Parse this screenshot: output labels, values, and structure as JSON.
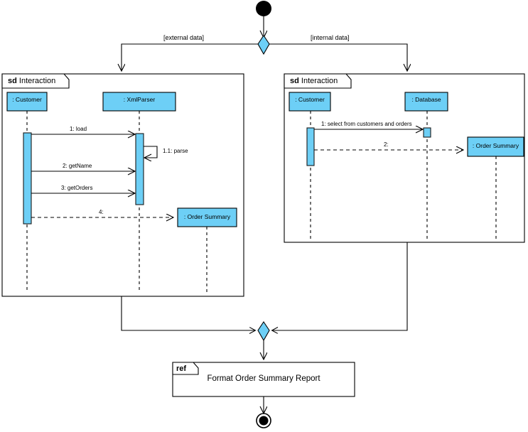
{
  "diagram": {
    "type": "UML Interaction Overview Diagram",
    "colors": {
      "fill": "#6DCFF6",
      "stroke": "#000000",
      "lifeline": "#000000",
      "activation_fill": "#6DCFF6",
      "background": "#FFFFFF"
    },
    "start_node": {
      "name": "initial-node"
    },
    "end_node": {
      "name": "final-node"
    },
    "decision": {
      "name": "decision-node",
      "branches": [
        {
          "guard": "[external data]"
        },
        {
          "guard": "[internal data]"
        }
      ]
    },
    "merge": {
      "name": "merge-node"
    },
    "frames": [
      {
        "kind": "sd",
        "keyword": "sd",
        "title": "Interaction",
        "lifelines": [
          {
            "label": ": Customer"
          },
          {
            "label": ": XmlParser"
          },
          {
            "label": ": Order Summary"
          }
        ],
        "messages": [
          {
            "text": "1: load"
          },
          {
            "text": "1.1: parse"
          },
          {
            "text": "2: getName"
          },
          {
            "text": "3: getOrders"
          },
          {
            "text": "4:"
          }
        ]
      },
      {
        "kind": "sd",
        "keyword": "sd",
        "title": "Interaction",
        "lifelines": [
          {
            "label": ": Customer"
          },
          {
            "label": ": Database"
          },
          {
            "label": ": Order Summary"
          }
        ],
        "messages": [
          {
            "text": "1: select from customers and orders"
          },
          {
            "text": "2:"
          }
        ]
      }
    ],
    "ref_frame": {
      "keyword": "ref",
      "title": "Format Order Summary Report"
    }
  }
}
